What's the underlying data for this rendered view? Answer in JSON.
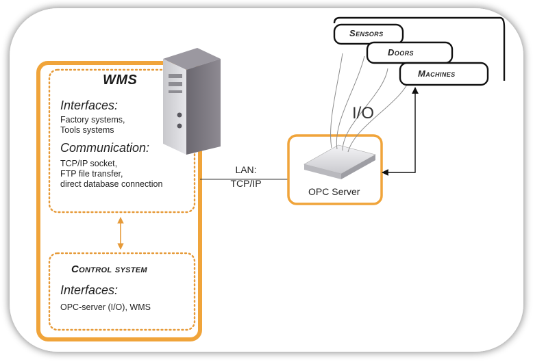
{
  "wms": {
    "title": "WMS",
    "interfaces_heading": "Interfaces:",
    "interfaces_text": "Factory systems,\nTools systems",
    "communication_heading": "Communication:",
    "communication_text": "TCP/IP socket,\nFTP file transfer,\ndirect database connection"
  },
  "control_system": {
    "title": "Control system",
    "interfaces_heading": "Interfaces:",
    "interfaces_text": "OPC-server (I/O), WMS"
  },
  "link": {
    "line1": "LAN:",
    "line2": "TCP/IP"
  },
  "opc_server": {
    "label": "OPC Server"
  },
  "io_label": "I/O",
  "devices": [
    "Sensors",
    "Doors",
    "Machines"
  ],
  "colors": {
    "accent_orange": "#f0a43a",
    "arrow": "#111111",
    "dotted": "#e69a38"
  }
}
